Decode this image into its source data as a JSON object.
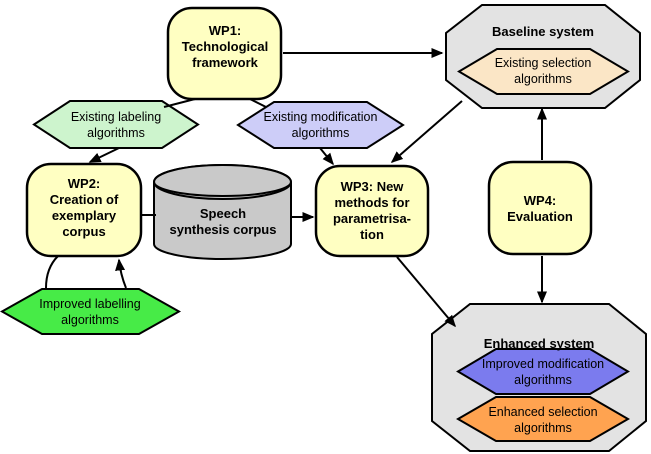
{
  "diagram": {
    "background": "#ffffff",
    "line_color": "#000000",
    "colors": {
      "wp_fill": "#ffffc2",
      "wp_border": "#000000",
      "system_fill": "#e3e3e3",
      "system_border": "#000000",
      "cylinder_fill": "#c9c9c9",
      "hex_existing_selection": "#fbe6c6",
      "hex_existing_labeling": "#cdf4cd",
      "hex_existing_modification": "#cdcdf8",
      "hex_improved_labelling": "#47eb47",
      "hex_improved_modification": "#7b7bee",
      "hex_enhanced_selection": "#ffa350"
    },
    "nodes": {
      "wp1": {
        "type": "work-package",
        "lines": [
          "WP1:",
          "Technological",
          "framework"
        ]
      },
      "wp2": {
        "type": "work-package",
        "lines": [
          "WP2:",
          "Creation of",
          "exemplary",
          "corpus"
        ]
      },
      "wp3": {
        "type": "work-package",
        "lines": [
          "WP3: New",
          "methods for",
          "parametrisa-",
          "tion"
        ]
      },
      "wp4": {
        "type": "work-package",
        "lines": [
          "WP4:",
          "Evaluation"
        ]
      },
      "corpus": {
        "type": "database",
        "lines": [
          "Speech",
          "synthesis corpus"
        ]
      },
      "baseline_system": {
        "type": "system",
        "title": "Baseline system"
      },
      "enhanced_system": {
        "type": "system",
        "title": "Enhanced system"
      },
      "hex_existing_selection": {
        "type": "algorithm",
        "lines": [
          "Existing selection",
          "algorithms"
        ]
      },
      "hex_existing_labeling": {
        "type": "algorithm",
        "lines": [
          "Existing labeling",
          "algorithms"
        ]
      },
      "hex_existing_modification": {
        "type": "algorithm",
        "lines": [
          "Existing modification",
          "algorithms"
        ]
      },
      "hex_improved_labelling": {
        "type": "algorithm",
        "lines": [
          "Improved labelling",
          "algorithms"
        ]
      },
      "hex_improved_modification": {
        "type": "algorithm",
        "lines": [
          "Improved modification",
          "algorithms"
        ]
      },
      "hex_enhanced_selection": {
        "type": "algorithm",
        "lines": [
          "Enhanced selection",
          "algorithms"
        ]
      }
    },
    "edges": [
      {
        "from": "wp1",
        "to": "baseline_system",
        "arrowhead": true
      },
      {
        "from": "wp1",
        "to": "hex_existing_labeling",
        "arrowhead": false
      },
      {
        "from": "hex_existing_labeling",
        "to": "wp2",
        "arrowhead": true
      },
      {
        "from": "wp1",
        "to": "hex_existing_modification",
        "arrowhead": false
      },
      {
        "from": "hex_existing_modification",
        "to": "wp3",
        "arrowhead": true
      },
      {
        "from": "baseline_system",
        "to": "wp3",
        "arrowhead": true
      },
      {
        "from": "wp2",
        "to": "corpus",
        "arrowhead": false
      },
      {
        "from": "corpus",
        "to": "wp3",
        "arrowhead": true
      },
      {
        "from": "wp3",
        "to": "enhanced_system",
        "arrowhead": true
      },
      {
        "from": "wp4",
        "to": "baseline_system",
        "arrowhead": true
      },
      {
        "from": "wp4",
        "to": "enhanced_system",
        "arrowhead": true
      },
      {
        "from": "wp2",
        "to": "hex_improved_labelling",
        "arrowhead": false
      },
      {
        "from": "hex_improved_labelling",
        "to": "wp2",
        "arrowhead": true
      }
    ]
  }
}
